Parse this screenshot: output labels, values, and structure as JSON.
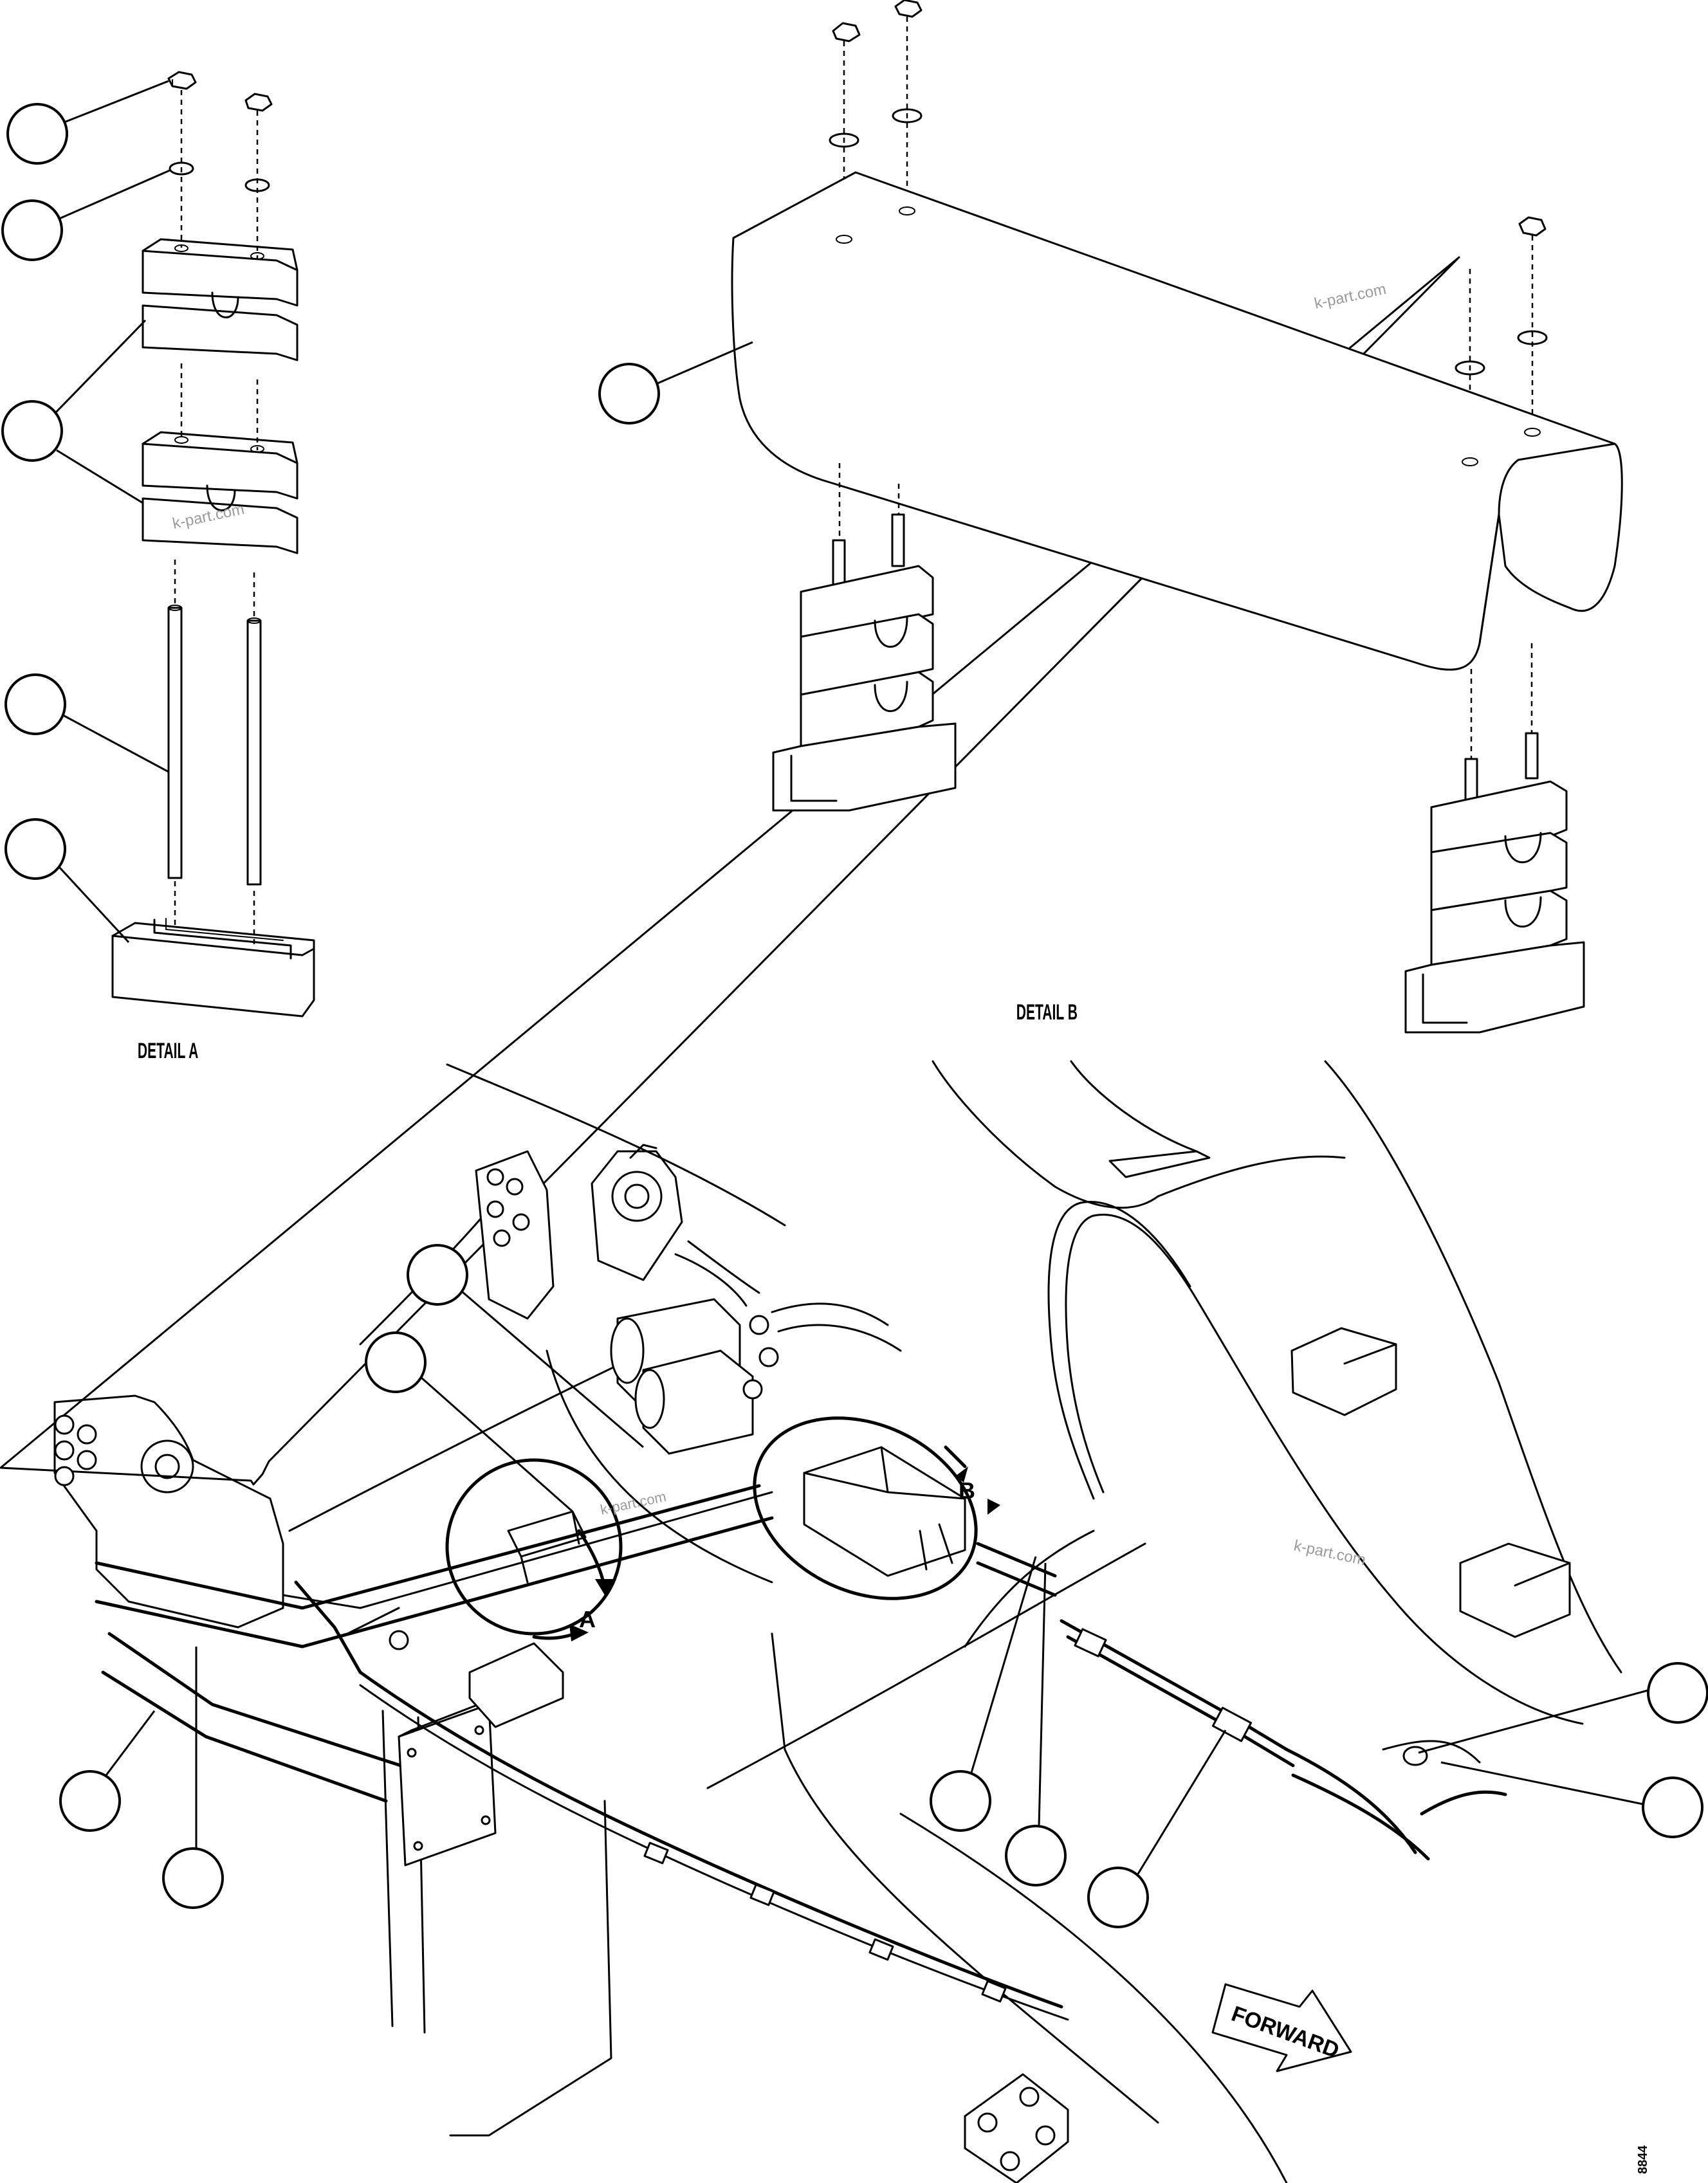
{
  "labels": {
    "detail_a": "DETAIL A",
    "detail_b": "DETAIL B",
    "view_a": "A",
    "view_b": "B",
    "forward": "FORWARD",
    "drawing_number": "8844"
  },
  "watermarks": [
    "k-part.com",
    "k-part.com",
    "k-part.com",
    "k-part.com"
  ],
  "colors": {
    "line": "#000000",
    "background": "#ffffff",
    "watermark": "#9a9a9a"
  }
}
